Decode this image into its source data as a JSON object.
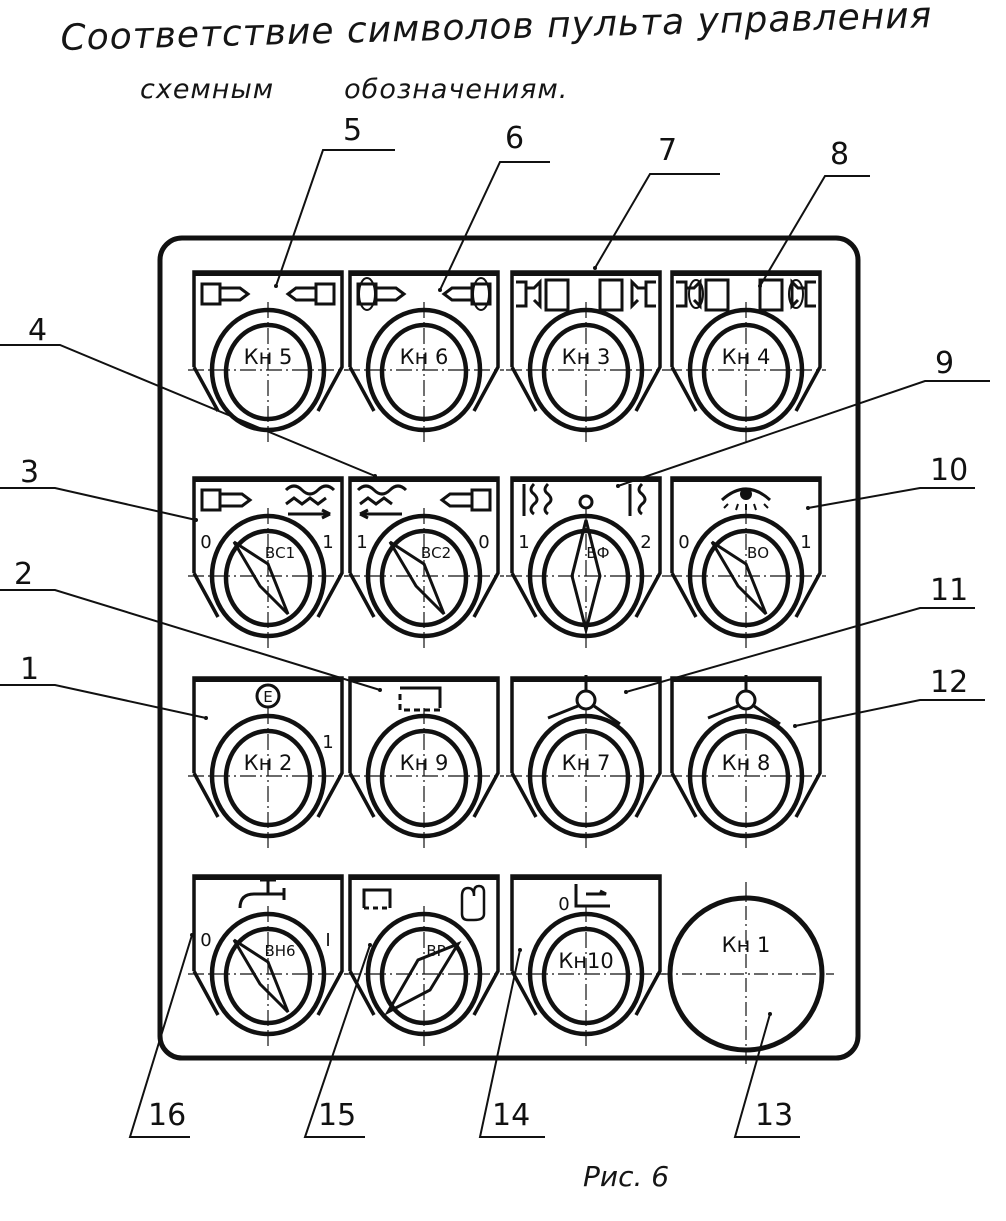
{
  "title": {
    "line1": "Соответствие символов пульта управления",
    "line2_a": "схемным",
    "line2_b": "обозначениям."
  },
  "caption": "Рис. 6",
  "colors": {
    "ink": "#111111",
    "paper": "#ffffff"
  },
  "panel": {
    "rows": [
      [
        {
          "id": "кн5",
          "type": "button",
          "label": "Кн 5",
          "symbol": "clamp-release-both-icon",
          "callout": "5"
        },
        {
          "id": "кн6",
          "type": "button",
          "label": "Кн 6",
          "symbol": "clamp-rotate-both-icon",
          "callout": "6"
        },
        {
          "id": "кн3",
          "type": "button",
          "label": "Кн 3",
          "symbol": "cutter-spindle-icon",
          "callout": "7"
        },
        {
          "id": "кн4",
          "type": "button",
          "label": "Кн 4",
          "symbol": "cutter-spindle-rotate-icon",
          "callout": "8"
        }
      ],
      [
        {
          "id": "вс1",
          "type": "switch",
          "label": "ВС1",
          "symbol": "feed-right-icon",
          "pos_left": "0",
          "pos_right": "1",
          "callout": "3"
        },
        {
          "id": "вс2",
          "type": "switch",
          "label": "ВС2",
          "symbol": "feed-left-icon",
          "pos_left": "1",
          "pos_right": "0",
          "callout": "4"
        },
        {
          "id": "вф",
          "type": "switch",
          "label": "ВФ",
          "symbol": "wave-direction-icon",
          "pos_left": "1",
          "pos_right": "2",
          "callout": "9"
        },
        {
          "id": "во",
          "type": "switch",
          "label": "ВО",
          "symbol": "eye-lamp-icon",
          "pos_left": "0",
          "pos_right": "1",
          "callout": "10"
        }
      ],
      [
        {
          "id": "кн2",
          "type": "button",
          "label": "Кн 2",
          "symbol": "emergency-e-icon",
          "pos_right": "1",
          "callout": "1"
        },
        {
          "id": "кн9",
          "type": "button",
          "label": "Кн 9",
          "symbol": "cycle-rectangle-icon",
          "callout": "2"
        },
        {
          "id": "кн7",
          "type": "button",
          "label": "Кн 7",
          "symbol": "triple-arrows-in-icon",
          "callout": "11"
        },
        {
          "id": "кн8",
          "type": "button",
          "label": "Кн 8",
          "symbol": "triple-arrows-out-icon",
          "callout": "12"
        }
      ],
      [
        {
          "id": "вн6",
          "type": "switch",
          "label": "ВН6",
          "symbol": "coolant-tap-icon",
          "pos_left": "0",
          "pos_right": "I",
          "callout": "16"
        },
        {
          "id": "вр",
          "type": "switch",
          "label": "ВР",
          "symbol": "cycle-hand-icon",
          "callout": "15"
        },
        {
          "id": "кн10",
          "type": "button",
          "label": "Кн10",
          "symbol": "zero-return-icon",
          "pos_left": "0",
          "callout": "14"
        },
        {
          "id": "кн1",
          "type": "big-button",
          "label": "Кн 1",
          "callout": "13"
        }
      ]
    ]
  },
  "callouts": [
    "1",
    "2",
    "3",
    "4",
    "5",
    "6",
    "7",
    "8",
    "9",
    "10",
    "11",
    "12",
    "13",
    "14",
    "15",
    "16"
  ]
}
